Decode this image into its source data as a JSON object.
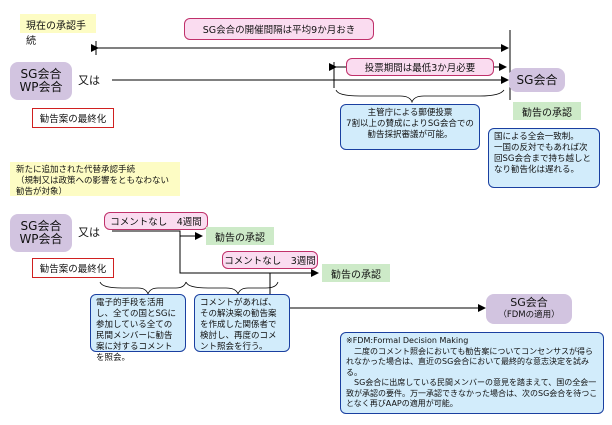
{
  "current": {
    "title": "現在の承認手続",
    "interval_label": "SG会合の開催間隔は平均9か月おき",
    "voting_label": "投票期間は最低3か月必要",
    "node_left": [
      "SG会合",
      "WP会合"
    ],
    "or_label": "又は",
    "finalize_label": "勧告案の最終化",
    "node_right": "SG会合",
    "approval_label": "勧告の承認",
    "postal_note": "主管庁による郵便投票\n7割以上の賛成によりSG会合での勧告採択審議が可能。",
    "sg_note": "国による全会一致制。\n一国の反対でもあれば次回SG会合まで持ち越しとなり勧告化は遅れる。"
  },
  "alternative": {
    "title": "新たに追加された代替承認手続\n（規制又は政策への影響をともなわない勧告が対象）",
    "node_left": [
      "SG会合",
      "WP会合"
    ],
    "or_label": "又は",
    "finalize_label": "勧告案の最終化",
    "period1_label": "コメントなし　4週間",
    "approval1_label": "勧告の承認",
    "period2_label": "コメントなし　3週間",
    "approval2_label": "勧告の承認",
    "node_right": [
      "SG会合",
      "（FDMの適用）"
    ],
    "note_electronic": "電子的手段を活用し、全ての国とSGに参加している全ての民間メンバーに勧告案に対するコメントを照会。",
    "note_comment": "コメントがあれば、その解決案の勧告案を作成した関係者で検討し、再度のコメント照会を行う。",
    "note_fdm": "※FDM:Formal Decision Making\n　二度のコメント照会においても勧告案についてコンセンサスが得られなかった場合は、直近のSG会合において最終的な意志決定を試みる。\n　SG会合に出席している民間メンバーの意見を踏まえて、国の全会一致が承認の要件。万一承認できなかった場合は、次のSG会合を待つことなく再びAAPの適用が可能。"
  }
}
